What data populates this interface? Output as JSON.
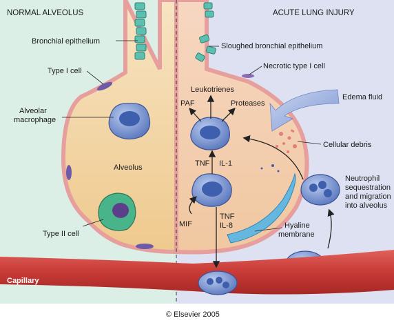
{
  "panels": {
    "left_title": "NORMAL ALVEOLUS",
    "right_title": "ACUTE LUNG INJURY"
  },
  "labels": {
    "bronchial_epithelium": "Bronchial epithelium",
    "type1_cell": "Type I cell",
    "alveolar_macrophage_line1": "Alveolar",
    "alveolar_macrophage_line2": "macrophage",
    "alveolus": "Alveolus",
    "type2_cell": "Type II cell",
    "capillary": "Capillary",
    "sloughed_epithelium": "Sloughed bronchial epithelium",
    "necrotic_type1": "Necrotic type I cell",
    "leukotrienes": "Leukotrienes",
    "paf": "PAF",
    "proteases": "Proteases",
    "edema_fluid": "Edema fluid",
    "cellular_debris": "Cellular debris",
    "tnf": "TNF",
    "il1": "IL-1",
    "neutrophil_line1": "Neutrophil",
    "neutrophil_line2": "sequestration",
    "neutrophil_line3": "and migration",
    "neutrophil_line4": "into alveolus",
    "mif": "MIF",
    "tnf2": "TNF",
    "il8": "IL-8",
    "hyaline_line1": "Hyaline",
    "hyaline_line2": "membrane"
  },
  "copyright": "© Elsevier 2005",
  "colors": {
    "left_bg": "#dcefe7",
    "right_bg": "#dde1f1",
    "alveolus_fill": "#f2d6a6",
    "wall_pink": "#eda7a5",
    "capillary_red": "#c83a36",
    "macrophage_blue": "#6b87c6",
    "epithelium_teal": "#5cc0b0",
    "hyaline_blue": "#65b7e0"
  }
}
